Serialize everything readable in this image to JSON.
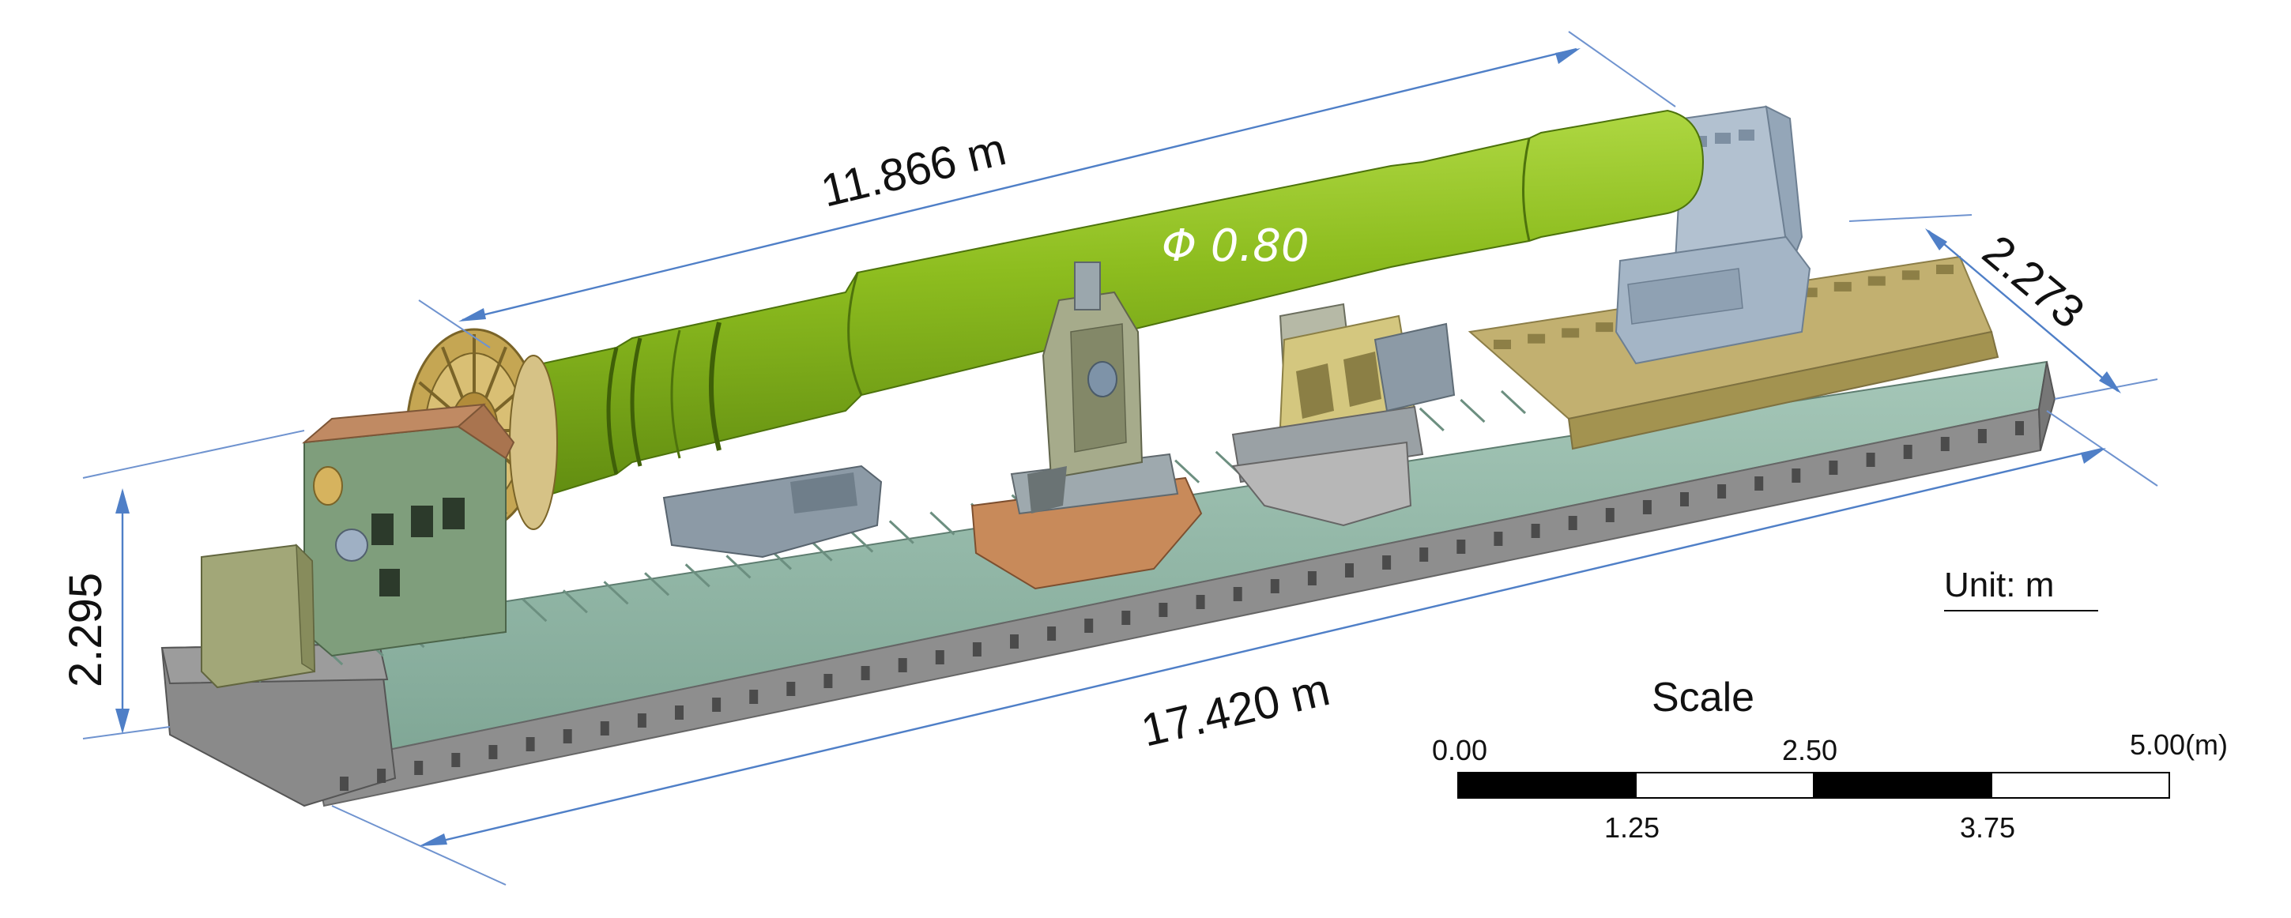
{
  "dimensions": {
    "workpiece_length": "11.866 m",
    "bed_length": "17.420 m",
    "bed_width": "2.273",
    "height": "2.295",
    "diameter": "Φ 0.80"
  },
  "unit": "Unit: m",
  "scale": {
    "title": "Scale",
    "top_labels": [
      "0.00",
      "2.50",
      "5.00(m)"
    ],
    "bottom_labels": [
      "1.25",
      "3.75"
    ]
  },
  "colors": {
    "dimension_line": "#4f7fc7",
    "workpiece": "#8dbd1f",
    "bed": "#8d8d8d",
    "bed_top": "#8fb5a4",
    "headstock": "#7c9b7a",
    "tailstock": "#aab9c9",
    "rest_bed": "#c2b070",
    "carriage": "#c88a5a"
  }
}
